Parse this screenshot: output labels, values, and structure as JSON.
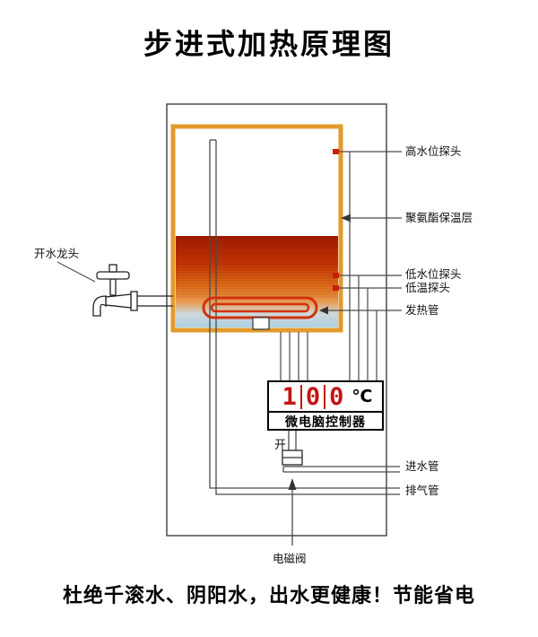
{
  "title": "步进式加热原理图",
  "slogan": "杜绝千滚水、阴阳水，出水更健康！节能省电",
  "labels": {
    "faucet": "开水龙头",
    "high_water_probe": "高水位探头",
    "insulation_layer": "聚氨酯保温层",
    "low_water_probe": "低水位探头",
    "low_temp_probe": "低温探头",
    "heating_tube": "发热管",
    "inlet_pipe": "进水管",
    "exhaust_pipe": "排气管",
    "valve_open": "开",
    "solenoid_valve": "电磁阀"
  },
  "controller": {
    "digits": [
      "1",
      "0",
      "0"
    ],
    "unit": "℃",
    "name": "微电脑控制器"
  },
  "colors": {
    "tank_border": "#E29A2E",
    "water_gradient": [
      "#9E1B00",
      "#C23304",
      "#DE6F19",
      "#E89B51",
      "#CDD8DB",
      "#ABD0E2"
    ],
    "coil_red": "#D2310E",
    "probe_red": "#C42000",
    "digit_red": "#C41414",
    "line": "#4a4a4a"
  }
}
